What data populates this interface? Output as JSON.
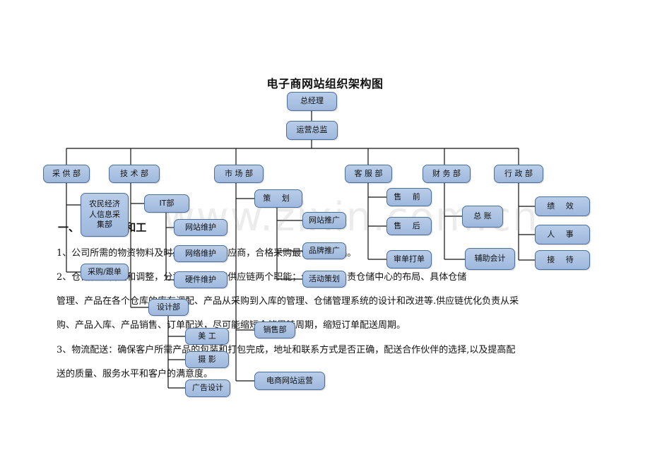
{
  "title": "电子商网站组织架构图",
  "watermark": "www.zixin.com.cn",
  "nodes": {
    "ceo": "总经理",
    "ops_director": "运营总监",
    "purchasing": "采 供 部",
    "tech": "技 术 部",
    "marketing": "市 场 部",
    "customer_service": "客 服 部",
    "finance": "财 务 部",
    "admin": "行 政 部",
    "farmer_dept": "农民经济人信息采集部",
    "purchase_follow": "采购/跟单",
    "it": "IT部",
    "web_maint": "网站维护",
    "net_maint": "网络维护",
    "hw_maint": "硬件维护",
    "design": "设计部",
    "art": "美 工",
    "photo": "摄 影",
    "ad_design": "广告设计",
    "planning": "策 划",
    "web_promo": "网站推广",
    "brand_promo": "品牌推广",
    "event_plan": "活动策划",
    "sales": "销售部",
    "ecom_ops": "电商网站运营",
    "presale": "售 前",
    "aftersale": "售 后",
    "order_print": "审单打单",
    "general_ledger": "总 账",
    "assistant_acct": "辅助会计",
    "performance": "绩 效",
    "personnel": "人 事",
    "reception": "接 待"
  },
  "body_text": {
    "heading": "一、 部门职能和工",
    "p1": "1、公司所需的物资物料及时采购，筛选供应商，合格采购最优质的物品。",
    "p2a": "2、仓储物流管理和调整，分为仓储运营和供应链两个职能；仓储运营负责仓储中心的布局、具体仓储",
    "p2b": "管理、产品在各个仓库的库存调配、产品从采购到入库的管理、仓储管理系统的设计和改进等.供应链优化负责从采",
    "p2c": "购、产品入库、产品销售、订单配送，尽可能缩短仓储周转周期，缩短订单配送周期。",
    "p3a": "3、物流配送：确保客户所需产品的包装和打包完成，地址和联系方式是否正确，配送合作伙伴的选择,以及提高配",
    "p3b": "送的质量、服务水平和客户的满意度。"
  }
}
